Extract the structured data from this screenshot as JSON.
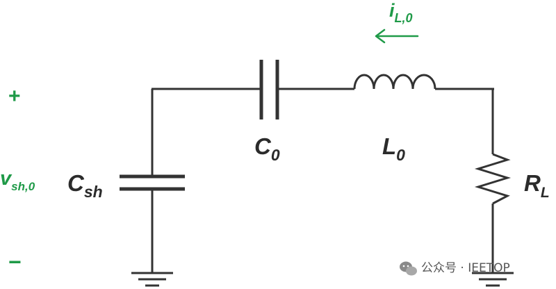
{
  "components": {
    "c_shunt": {
      "letter": "C",
      "subscript": "sh"
    },
    "c_series": {
      "letter": "C",
      "subscript": "0"
    },
    "l_series": {
      "letter": "L",
      "subscript": "0"
    },
    "r_load": {
      "letter": "R",
      "subscript": "L"
    }
  },
  "current": {
    "letter": "i",
    "subscript": "L,0"
  },
  "voltage": {
    "letter": "v",
    "subscript": "sh,0"
  },
  "polarity": {
    "plus": "+",
    "minus": "−"
  },
  "watermark": {
    "text": "公众号 · IEETOP"
  },
  "colors": {
    "wire": "#333333",
    "accent": "#1f9a48"
  }
}
